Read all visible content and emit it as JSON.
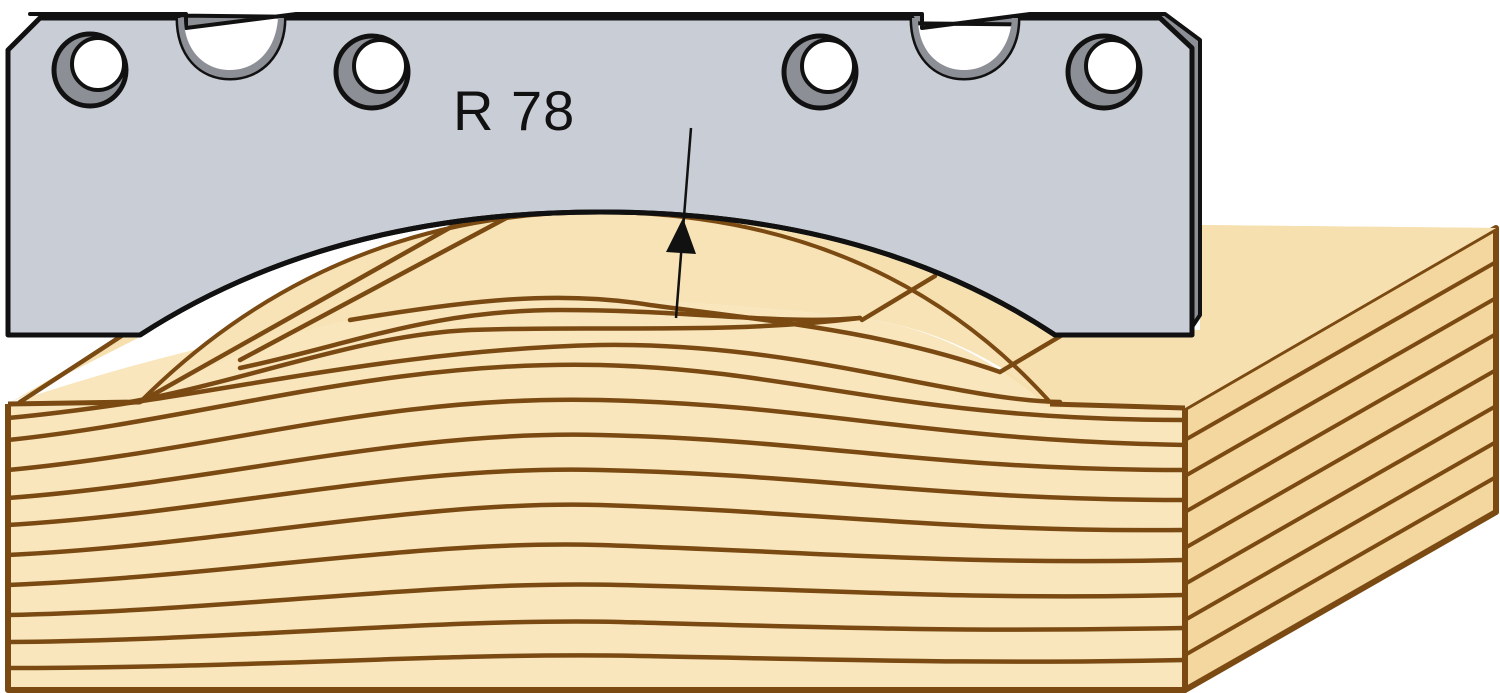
{
  "diagram": {
    "radius_label": "R 78",
    "colors": {
      "blade_fill": "#c9cdd6",
      "blade_shadow": "#8c8f96",
      "blade_outline": "#111111",
      "wood_face": "#f9e6bd",
      "wood_top": "#f7e0b0",
      "wood_side": "#f3d79e",
      "wood_line": "#7a4a12"
    },
    "icons": [
      "profile-knife-blade",
      "mounting-hole",
      "radius-arrow",
      "wood-block"
    ]
  }
}
